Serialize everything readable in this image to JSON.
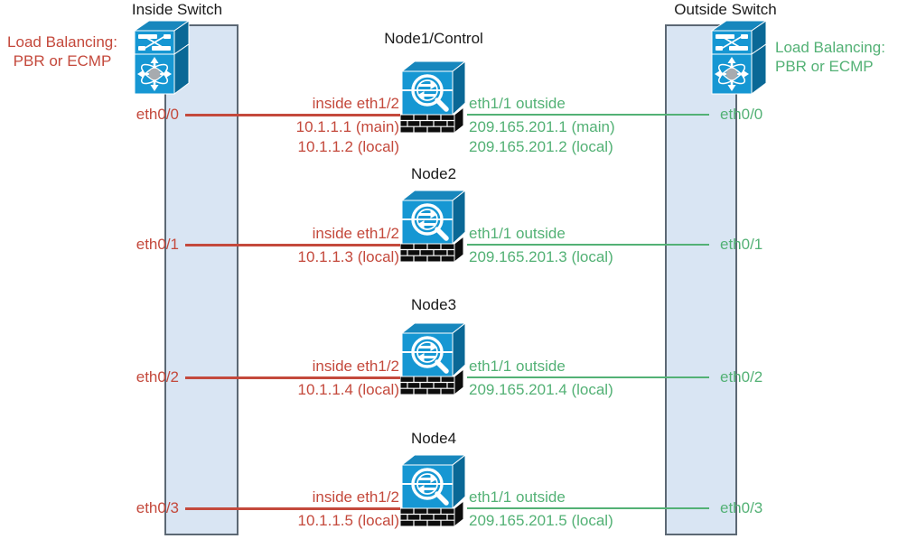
{
  "inside": {
    "title": "Inside Switch",
    "load_balancing": [
      "Load Balancing:",
      "PBR or ECMP"
    ],
    "ports": [
      "eth0/0",
      "eth0/1",
      "eth0/2",
      "eth0/3"
    ]
  },
  "outside": {
    "title": "Outside Switch",
    "load_balancing": [
      "Load Balancing:",
      "PBR or ECMP"
    ],
    "ports": [
      "eth0/0",
      "eth0/1",
      "eth0/2",
      "eth0/3"
    ]
  },
  "nodes": [
    {
      "title": "Node1/Control",
      "inside_label": "inside eth1/2",
      "inside_ips": [
        "10.1.1.1 (main)",
        "10.1.1.2 (local)"
      ],
      "outside_label": "eth1/1 outside",
      "outside_ips": [
        "209.165.201.1 (main)",
        "209.165.201.2 (local)"
      ]
    },
    {
      "title": "Node2",
      "inside_label": "inside eth1/2",
      "inside_ips": [
        "10.1.1.3 (local)"
      ],
      "outside_label": "eth1/1 outside",
      "outside_ips": [
        "209.165.201.3 (local)"
      ]
    },
    {
      "title": "Node3",
      "inside_label": "inside eth1/2",
      "inside_ips": [
        "10.1.1.4 (local)"
      ],
      "outside_label": "eth1/1 outside",
      "outside_ips": [
        "209.165.201.4 (local)"
      ]
    },
    {
      "title": "Node4",
      "inside_label": "inside eth1/2",
      "inside_ips": [
        "10.1.1.5 (local)"
      ],
      "outside_label": "eth1/1 outside",
      "outside_ips": [
        "209.165.201.5 (local)"
      ]
    }
  ],
  "colors": {
    "inside_accent": "#c4493c",
    "outside_accent": "#53b175",
    "switch_front": "#1697d3",
    "switch_top": "#1787bd",
    "switch_side": "#0a6896",
    "band_fill": "#d9e5f3",
    "band_border": "#5c6874",
    "star_gray": "#a7abaf",
    "brick_black": "#0d0d0d",
    "text_black": "#1a1a1a"
  }
}
